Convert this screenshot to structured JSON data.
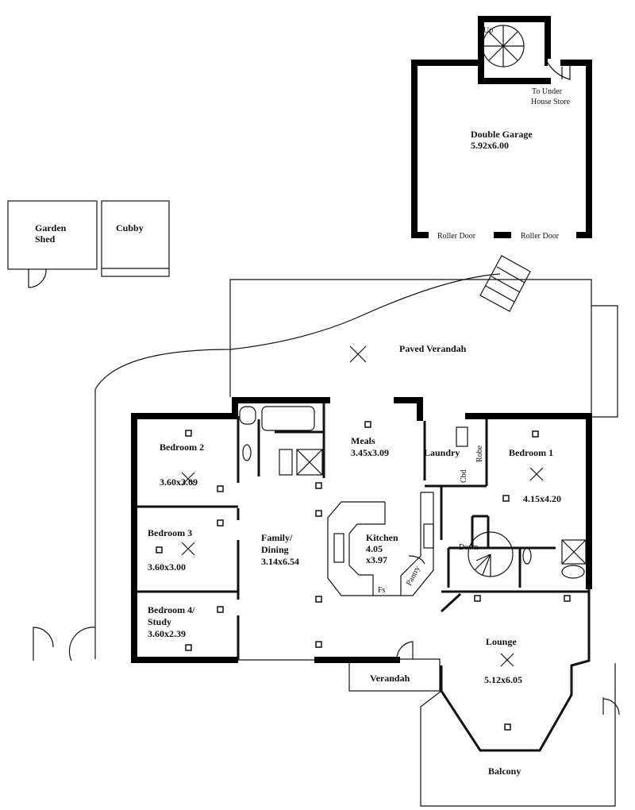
{
  "title": "House floor plan",
  "garage": {
    "name": "Double Garage",
    "size": "5.92x6.00",
    "stair_label": "Up",
    "store_line1": "To Under",
    "store_line2": "House Store",
    "door_left": "Roller Door",
    "door_right": "Roller Door"
  },
  "garden_shed": {
    "line1": "Garden",
    "line2": "Shed"
  },
  "cubby": {
    "name": "Cubby"
  },
  "paved_verandah": {
    "name": "Paved Verandah"
  },
  "bedroom2": {
    "name": "Bedroom 2",
    "size": "3.60x3.09"
  },
  "bedroom3": {
    "name": "Bedroom 3",
    "size": "3.60x3.00"
  },
  "bedroom4": {
    "line1": "Bedroom 4/",
    "line2": "Study",
    "size": "3.60x2.39"
  },
  "family": {
    "line1": "Family/",
    "line2": "Dining",
    "size": "3.14x6.54"
  },
  "meals": {
    "name": "Meals",
    "size": "3.45x3.09"
  },
  "kitchen": {
    "name": "Kitchen",
    "size1": "4.05",
    "size2": "x3.97",
    "pantry": "Pantry",
    "fridge": "Fs"
  },
  "laundry": {
    "name": "Laundry",
    "robe": "Robe",
    "cupboard": "Cbd"
  },
  "bedroom1": {
    "name": "Bedroom 1",
    "size": "4.15x4.20"
  },
  "stairs_down": {
    "label": "Down"
  },
  "lounge": {
    "name": "Lounge",
    "size": "5.12x6.05"
  },
  "front_verandah": {
    "name": "Verandah"
  },
  "balcony": {
    "name": "Balcony"
  }
}
